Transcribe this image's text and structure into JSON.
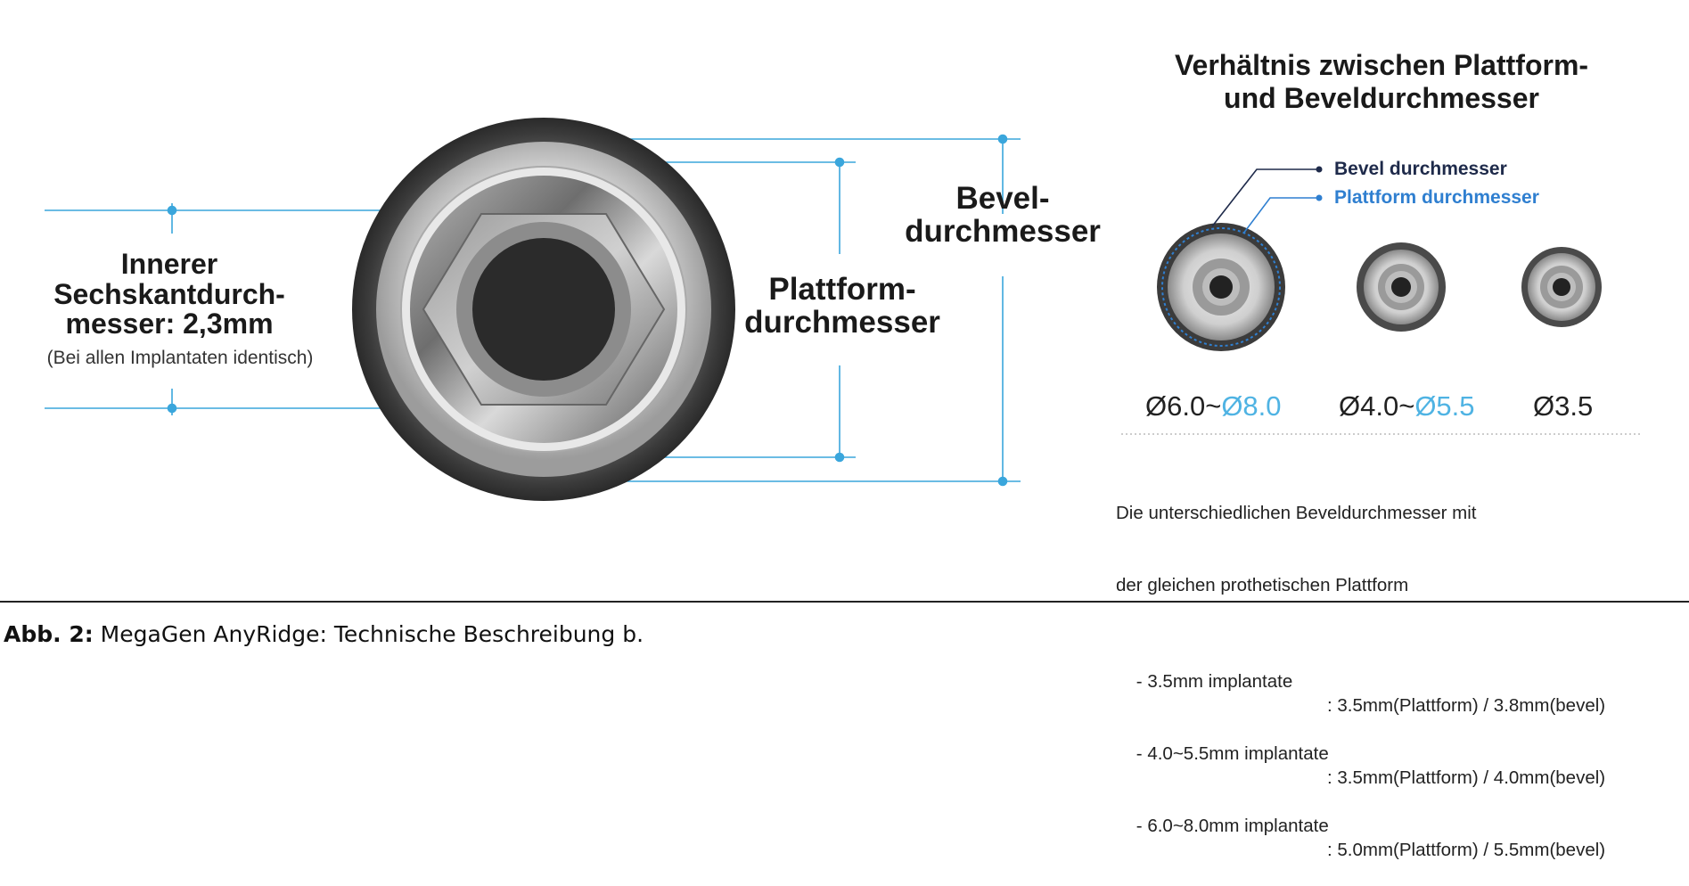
{
  "left": {
    "hex_label_line1": "Innerer",
    "hex_label_line2": "Sechskantdurch-",
    "hex_label_line3": "messer: 2,3mm",
    "hex_note": "(Bei allen Implantaten identisch)",
    "platform_line1": "Plattform-",
    "platform_line2": "durchmesser",
    "bevel_line1": "Bevel-",
    "bevel_line2": "durchmesser"
  },
  "right": {
    "title_line1": "Verhältnis zwischen Plattform-",
    "title_line2": "und Beveldurchmesser",
    "legend_bevel": "Bevel durchmesser",
    "legend_platform": "Plattform durchmesser",
    "sizes": [
      {
        "dark": "Ø6.0~",
        "blue": "Ø8.0"
      },
      {
        "dark": "Ø4.0~",
        "blue": "Ø5.5"
      },
      {
        "dark": "Ø3.5",
        "blue": ""
      }
    ],
    "desc_line1": "Die unterschiedlichen Beveldurchmesser mit",
    "desc_line2": "der gleichen prothetischen Plattform",
    "desc_row1_left": "- 3.5mm implantate",
    "desc_row1_right": ": 3.5mm(Plattform) / 3.8mm(bevel)",
    "desc_row2_left": "- 4.0~5.5mm implantate",
    "desc_row2_right": ": 3.5mm(Plattform) / 4.0mm(bevel)",
    "desc_row3_left": "- 6.0~8.0mm implantate",
    "desc_row3_right": ": 5.0mm(Plattform) / 5.5mm(bevel)"
  },
  "caption": {
    "prefix": "Abb. 2:",
    "text": " MegaGen AnyRidge: Technische Beschreibung b."
  },
  "colors": {
    "dimension_line": "#3aa6dc",
    "legend_bevel": "#1e2a4a",
    "legend_platform": "#2f7fd0",
    "size_blue": "#4fb3e3"
  }
}
